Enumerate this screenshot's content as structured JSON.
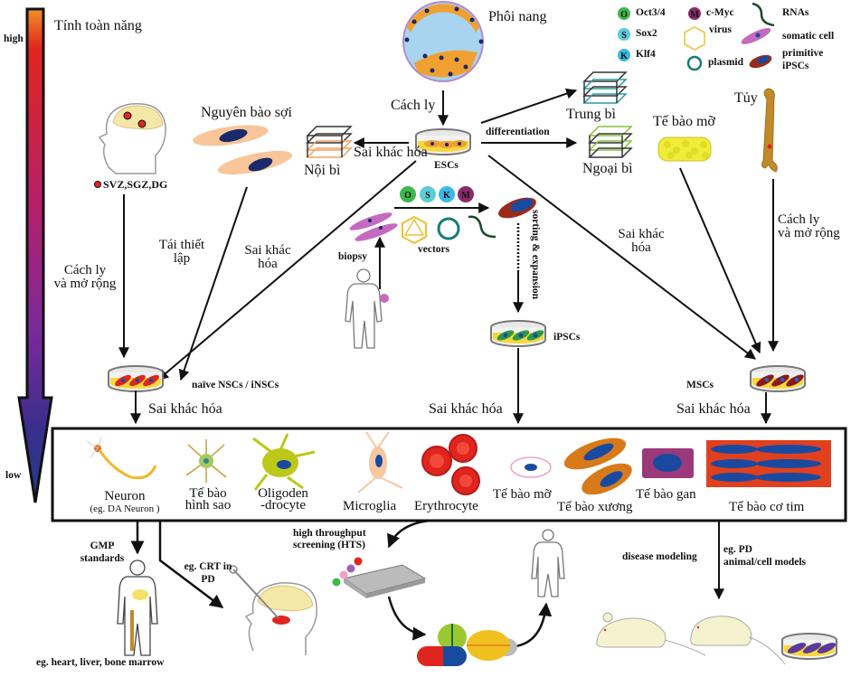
{
  "gradient_scale": {
    "title": "Tính toàn năng",
    "high_label": "high",
    "low_label": "low",
    "colors": [
      "#f0902a",
      "#e0251e",
      "#b5206a",
      "#7a2a9a",
      "#3a2e8c",
      "#253a8a"
    ]
  },
  "legend": {
    "items": [
      {
        "letter": "O",
        "label": "Oct3/4",
        "color": "#3db84a"
      },
      {
        "letter": "S",
        "label": "Sox2",
        "color": "#5fcbd6"
      },
      {
        "letter": "K",
        "label": "Klf4",
        "color": "#3ab9e4"
      },
      {
        "letter": "M",
        "label": "c-Myc",
        "color": "#8a2a6a"
      },
      {
        "label": "virus",
        "icon": "icosahedron"
      },
      {
        "label": "plasmid",
        "icon": "ring"
      },
      {
        "label": "RNAs",
        "icon": "strand"
      },
      {
        "label": "somatic cell",
        "icon": "purple-cell"
      },
      {
        "label": "primitive iPSCs",
        "icon": "brown-cell"
      }
    ]
  },
  "nodes": {
    "blastocyst": "Phôi nang",
    "isolation": "Cách ly",
    "escs": "ESCs",
    "differentiation": "differentiation",
    "mesoderm": "Trung bì",
    "ectoderm": "Ngoại bì",
    "endoderm": "Nội bì",
    "diff_left": "Sai khác hóa",
    "fibroblast": "Nguyên bào sợi",
    "brain_regions": "SVZ,SGZ,DG",
    "isolate_expand_left": [
      "Cách ly",
      "và mở rộng"
    ],
    "reprogram": [
      "Tái thiết",
      "lập"
    ],
    "diff_mid_left": [
      "Sai khác",
      "hóa"
    ],
    "biopsy": "biopsy",
    "vectors": "vectors",
    "osk_m": [
      "O",
      "S",
      "K",
      "M"
    ],
    "sorting": "sorting & expansion",
    "ipscs": "iPSCs",
    "diff_right": [
      "Sai khác",
      "hóa"
    ],
    "fat_cell": "Tế bào mỡ",
    "bone_marrow": "Tủy",
    "isolate_expand_right": [
      "Cách ly",
      "và mở rộng"
    ],
    "nscs": "naïve NSCs / iNSCs",
    "mscs": "MSCs",
    "diff_nscs": "Sai khác hóa",
    "diff_ipscs": "Sai khác hóa",
    "diff_mscs": "Sai khác hóa"
  },
  "cell_types": [
    {
      "label": "Neuron",
      "sub": "(eg. DA  Neuron )"
    },
    {
      "label": "Tế bào",
      "sub": "hình sao"
    },
    {
      "label": "Oligoden",
      "sub": "-drocyte"
    },
    {
      "label": "Microglia"
    },
    {
      "label": "Erythrocyte"
    },
    {
      "label": "Tế bào mỡ"
    },
    {
      "label": "Tế bào xương"
    },
    {
      "label": "Tế bào gan"
    },
    {
      "label": "Tế bào cơ tim"
    }
  ],
  "applications": {
    "gmp": [
      "GMP",
      "standards"
    ],
    "gmp_example": "eg. heart, liver, bone marrow",
    "crt": [
      "eg. CRT in",
      "PD"
    ],
    "hts": [
      "high throughput",
      "screening (HTS)"
    ],
    "disease_modeling": "disease modeling",
    "pd_models": [
      "eg. PD",
      "animal/cell models"
    ]
  }
}
